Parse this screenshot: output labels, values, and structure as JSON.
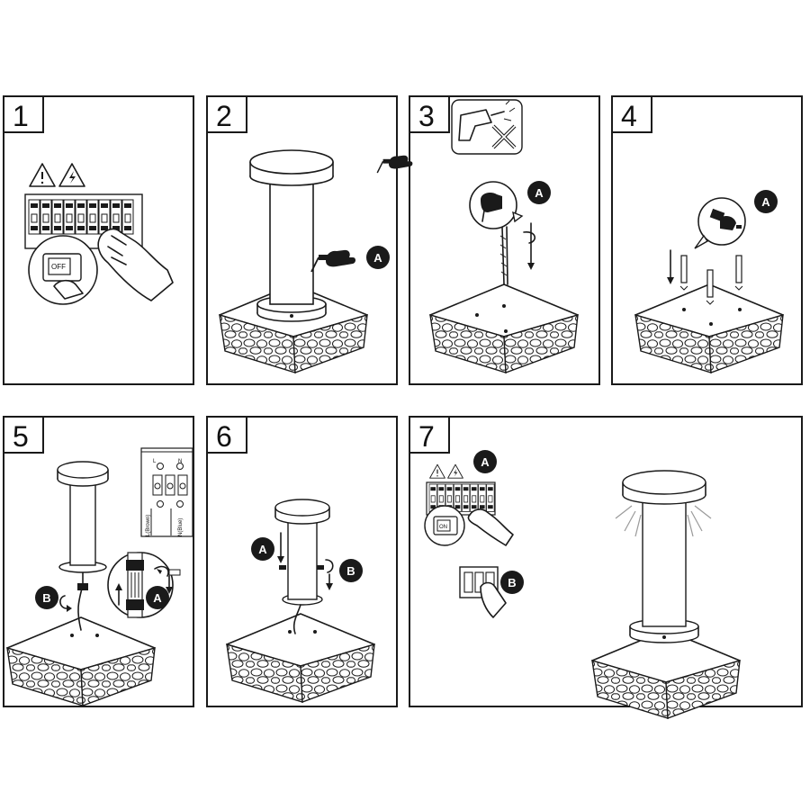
{
  "steps": [
    {
      "number": "1",
      "switch_label": "OFF"
    },
    {
      "number": "2",
      "badge": "A"
    },
    {
      "number": "3",
      "badge": "A"
    },
    {
      "number": "4",
      "badge": "A"
    },
    {
      "number": "5",
      "badges": [
        "A",
        "B"
      ],
      "terminal_labels": {
        "l": "L",
        "n": "N",
        "l_wire": "L(Brown)",
        "n_wire": "N(Blue)"
      }
    },
    {
      "number": "6",
      "badges": [
        "A",
        "B"
      ]
    },
    {
      "number": "7",
      "badges": [
        "A",
        "B"
      ],
      "switch_label": "ON"
    }
  ],
  "colors": {
    "line": "#1a1a1a",
    "badge": "#1a1a1a",
    "glow": "#9a9a9a"
  }
}
